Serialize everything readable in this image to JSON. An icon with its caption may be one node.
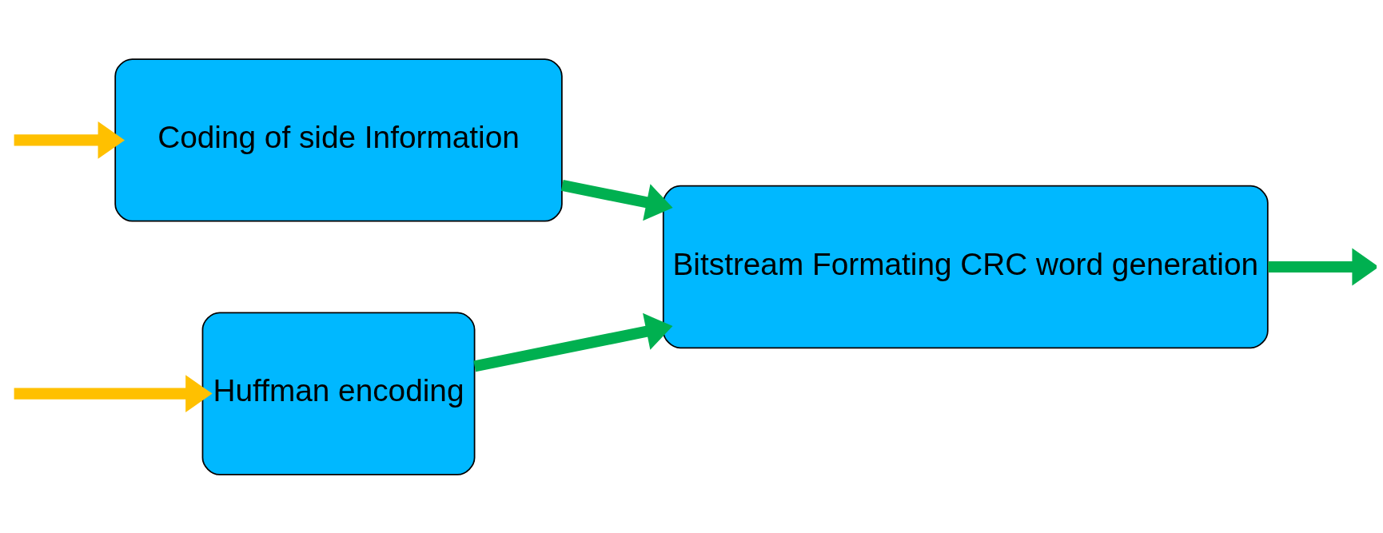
{
  "diagram": {
    "nodes": [
      {
        "text": [
          "Huffman encoding"
        ]
      },
      {
        "text": [
          "Bitstream Formating CRC word generation"
        ]
      },
      {
        "text": [
          "Coding of side Information"
        ]
      }
    ],
    "edges": [
      {
        "from": null,
        "to": 0,
        "arrow": "to",
        "color": "#ffc000"
      },
      {
        "from": 0,
        "to": 1,
        "arrow": "to"
      },
      {
        "from": 1,
        "to": null,
        "arrow": "to"
      },
      {
        "from": null,
        "to": 2,
        "arrow": "to",
        "color": "#ffc000"
      },
      {
        "from": 2,
        "to": 1,
        "arrow": "to"
      }
    ]
  }
}
